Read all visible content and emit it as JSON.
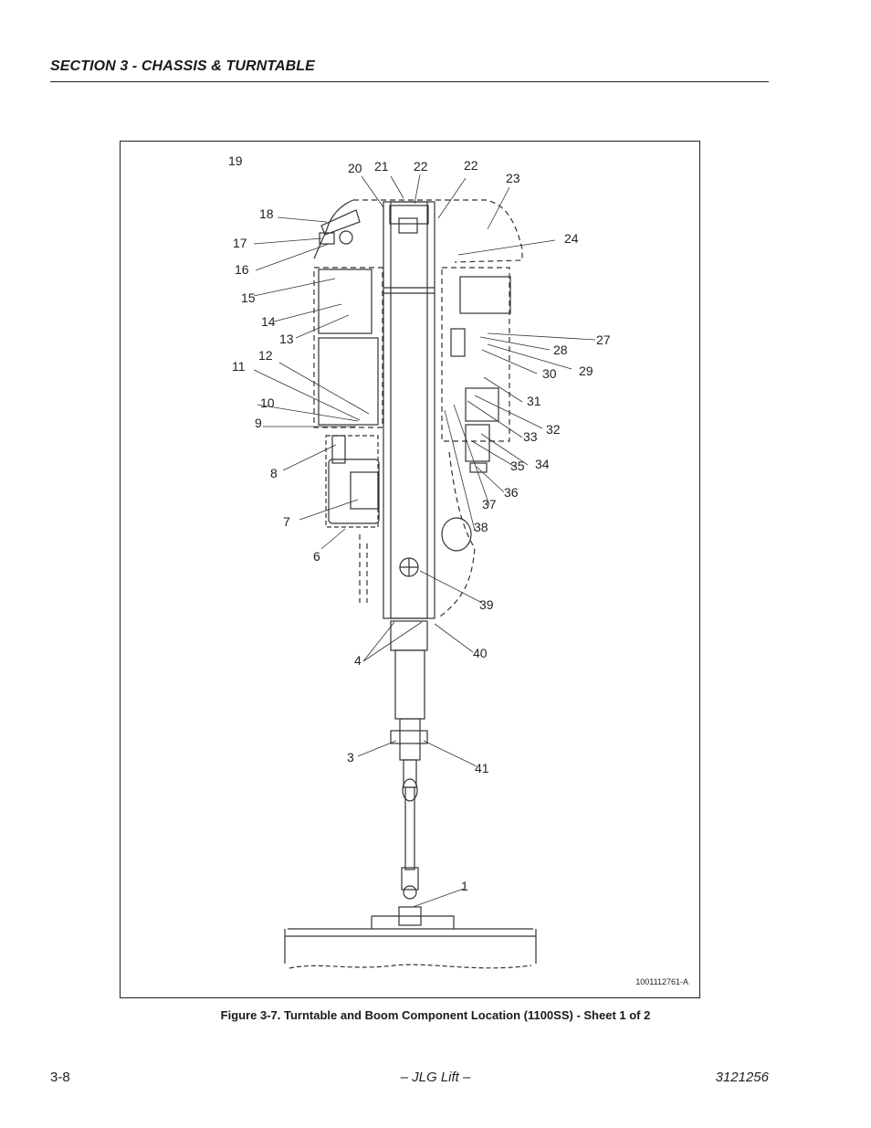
{
  "header": {
    "section_title": "SECTION 3 - CHASSIS & TURNTABLE"
  },
  "figure": {
    "drawing_number": "1001112761-A",
    "caption": "Figure 3-7.  Turntable and Boom Component Location (1100SS) - Sheet 1 of 2",
    "callouts": [
      "1",
      "3",
      "4",
      "6",
      "7",
      "8",
      "9",
      "10",
      "11",
      "12",
      "13",
      "14",
      "15",
      "16",
      "17",
      "18",
      "19",
      "20",
      "21",
      "22",
      "23",
      "24",
      "27",
      "28",
      "29",
      "30",
      "31",
      "32",
      "33",
      "34",
      "35",
      "36",
      "37",
      "38",
      "39",
      "40",
      "41"
    ]
  },
  "footer": {
    "page_number": "3-8",
    "center_text": "– JLG Lift –",
    "doc_number": "3121256"
  }
}
